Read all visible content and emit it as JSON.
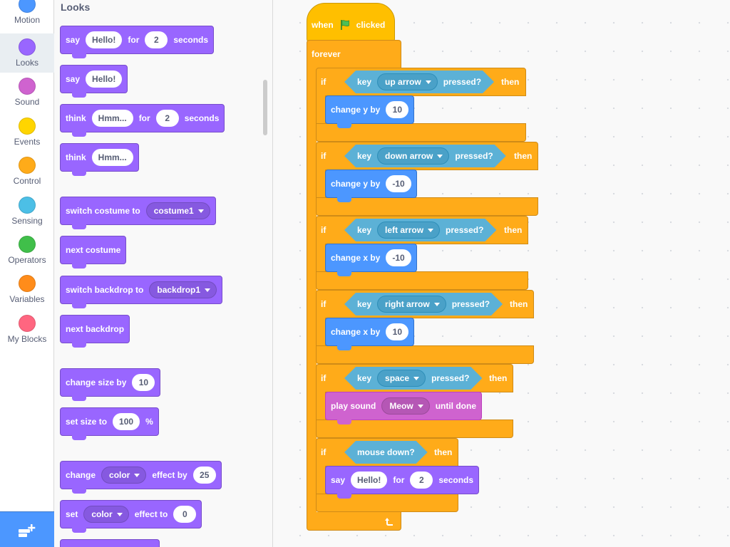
{
  "categories": [
    {
      "label": "Motion",
      "color": "#4c97ff"
    },
    {
      "label": "Looks",
      "color": "#9966ff"
    },
    {
      "label": "Sound",
      "color": "#cf63cf"
    },
    {
      "label": "Events",
      "color": "#ffd500"
    },
    {
      "label": "Control",
      "color": "#ffab19"
    },
    {
      "label": "Sensing",
      "color": "#4cbfe6"
    },
    {
      "label": "Operators",
      "color": "#40bf4a"
    },
    {
      "label": "Variables",
      "color": "#ff8c1a"
    },
    {
      "label": "My Blocks",
      "color": "#ff6680"
    }
  ],
  "active_category": "Looks",
  "extension_button_icon": "add-extension-icon",
  "palette": {
    "title": "Looks",
    "say_for": {
      "w1": "say",
      "msg": "Hello!",
      "w2": "for",
      "secs": "2",
      "w3": "seconds"
    },
    "say": {
      "w1": "say",
      "msg": "Hello!"
    },
    "think_for": {
      "w1": "think",
      "msg": "Hmm...",
      "w2": "for",
      "secs": "2",
      "w3": "seconds"
    },
    "think": {
      "w1": "think",
      "msg": "Hmm..."
    },
    "switch_costume": {
      "w1": "switch costume to",
      "val": "costume1"
    },
    "next_costume": {
      "w1": "next costume"
    },
    "switch_backdrop": {
      "w1": "switch backdrop to",
      "val": "backdrop1"
    },
    "next_backdrop": {
      "w1": "next backdrop"
    },
    "change_size": {
      "w1": "change size by",
      "val": "10"
    },
    "set_size": {
      "w1": "set size to",
      "val": "100",
      "w2": "%"
    },
    "change_effect": {
      "w1": "change",
      "effect": "color",
      "w2": "effect by",
      "val": "25"
    },
    "set_effect": {
      "w1": "set",
      "effect": "color",
      "w2": "effect to",
      "val": "0"
    }
  },
  "script": {
    "hat": {
      "w1": "when",
      "w2": "clicked"
    },
    "forever": "forever",
    "if_word": "if",
    "then_word": "then",
    "key_word": "key",
    "pressed_word": "pressed?",
    "if1": {
      "key": "up arrow",
      "action": "change y by",
      "val": "10"
    },
    "if2": {
      "key": "down arrow",
      "action": "change y by",
      "val": "-10"
    },
    "if3": {
      "key": "left arrow",
      "action": "change x by",
      "val": "-10"
    },
    "if4": {
      "key": "right arrow",
      "action": "change x by",
      "val": "10"
    },
    "if5": {
      "key": "space",
      "w1": "play sound",
      "sound": "Meow",
      "w2": "until done"
    },
    "if6": {
      "cond": "mouse down?",
      "w1": "say",
      "msg": "Hello!",
      "w2": "for",
      "secs": "2",
      "w3": "seconds"
    }
  }
}
